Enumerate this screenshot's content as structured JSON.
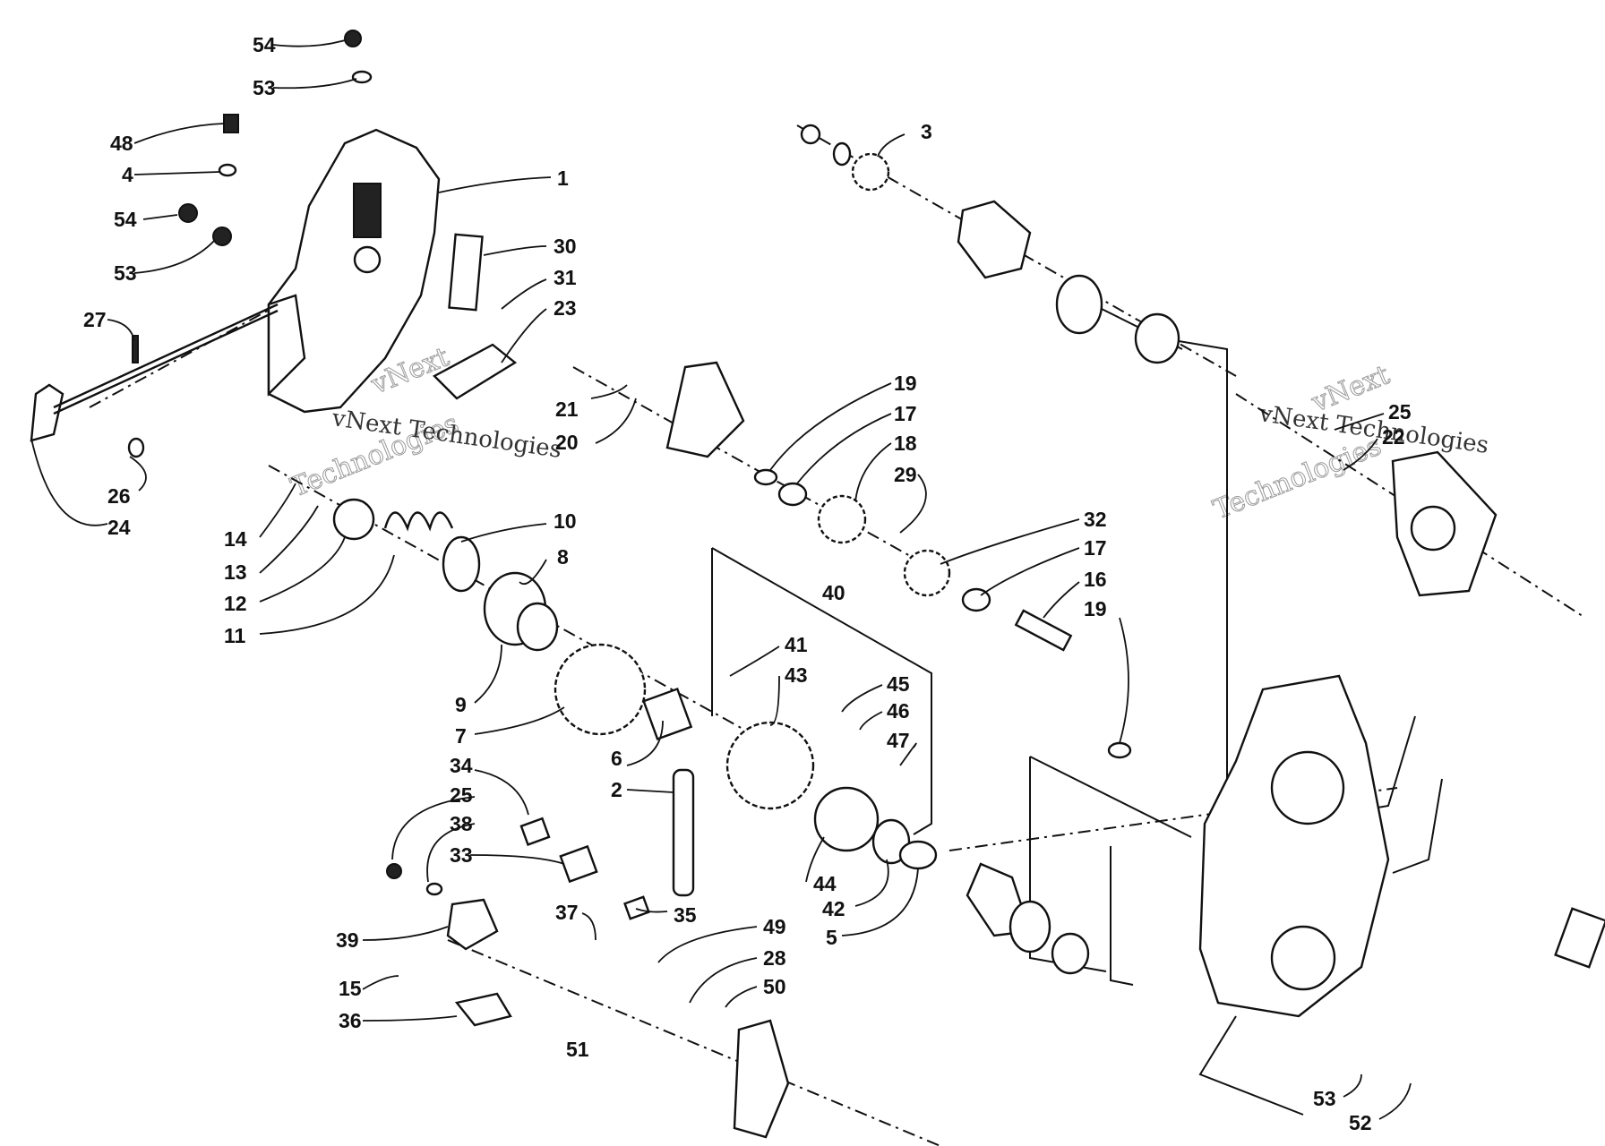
{
  "watermark": {
    "line1": "vNext",
    "line2": "Technologies",
    "caption": "vNext Technologies"
  },
  "callouts": [
    "54",
    "53",
    "48",
    "4",
    "54",
    "53",
    "1",
    "30",
    "31",
    "23",
    "27",
    "26",
    "24",
    "21",
    "20",
    "14",
    "13",
    "12",
    "11",
    "10",
    "8",
    "9",
    "7",
    "3",
    "19",
    "17",
    "18",
    "29",
    "32",
    "17",
    "16",
    "19",
    "40",
    "41",
    "43",
    "45",
    "46",
    "47",
    "6",
    "2",
    "34",
    "25",
    "38",
    "33",
    "35",
    "44",
    "42",
    "5",
    "37",
    "49",
    "28",
    "50",
    "39",
    "15",
    "36",
    "51",
    "25",
    "22",
    "53",
    "52"
  ]
}
